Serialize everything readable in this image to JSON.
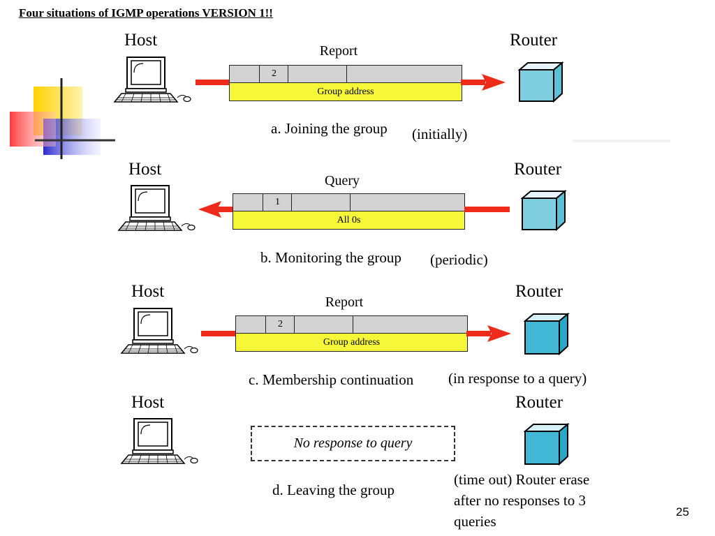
{
  "title": "Four situations of IGMP operations  VERSION 1!!",
  "labels": {
    "host": "Host",
    "router": "Router"
  },
  "scenarios": [
    {
      "message": "Report",
      "type_field": "2",
      "address": "Group address",
      "direction": "host-to-router",
      "caption": "a. Joining the group",
      "note": "(initially)"
    },
    {
      "message": "Query",
      "type_field": "1",
      "address": "All 0s",
      "direction": "router-to-host",
      "caption": "b. Monitoring the group",
      "note": "(periodic)"
    },
    {
      "message": "Report",
      "type_field": "2",
      "address": "Group address",
      "direction": "host-to-router",
      "caption": "c. Membership continuation",
      "note": "(in response to a query)"
    },
    {
      "no_response": "No response to query",
      "caption": "d. Leaving the group",
      "note_lines": [
        "(time out) Router erase",
        "after no responses to 3",
        "queries"
      ]
    }
  ],
  "colors": {
    "arrow": "#ee2b1b",
    "router_light": "#7fcfe0",
    "router_dark": "#42b8d6",
    "field_yellow": "#f7f73a",
    "field_gray": "#d3d3d3"
  },
  "page_number": "25"
}
